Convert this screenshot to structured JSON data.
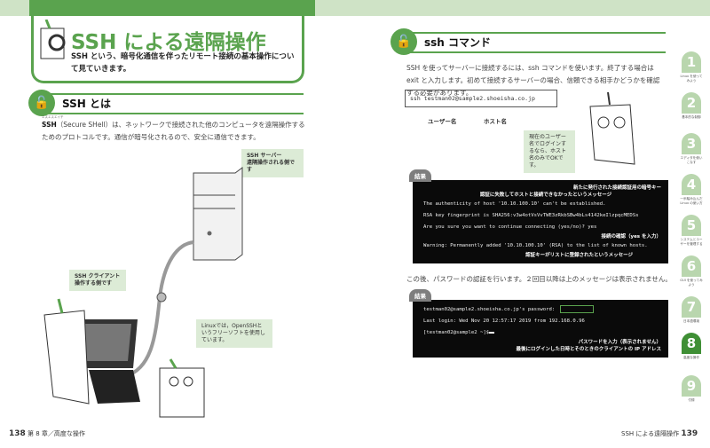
{
  "header": {
    "title": "SSH による遠隔操作",
    "lead": "SSH という、暗号化通信を伴ったリモート接続の基本操作について見ていきます。"
  },
  "left": {
    "section_title": "SSH とは",
    "ruby": "エスエスエイチ",
    "body_strong": "SSH",
    "body": "（Secure SHell）は、ネットワークで接続された他のコンピュータを遠隔操作するためのプロトコルです。通信が暗号化されるので、安全に通信できます。",
    "server_bubble": [
      "SSH サーバー",
      "遠隔操作される側です"
    ],
    "client_bubble": [
      "SSH クライアント",
      "操作する側です"
    ],
    "note_bubble": "Linuxでは，OpenSSHというフリーソフトを使用しています。",
    "page_number": "138",
    "chapter": "第 8 章／高度な操作"
  },
  "right": {
    "section_title": "ssh コマンド",
    "body": "SSH を使ってサーバーに接続するには、ssh コマンドを使います。終了する場合は exit と入力します。初めて接続するサーバーの場合、信頼できる相手かどうかを確認する必要があります。",
    "command": "ssh testman02@sample2.shoeisha.co.jp",
    "label_user": "ユーザー名",
    "label_host": "ホスト名",
    "bubble": "現在のユーザー名でログインするなら、ホスト名のみでOKです。",
    "result_tag": "結果",
    "result1": {
      "lines": [
        "The authenticity of host '10.10.100.10' can't be established.",
        "RSA key fingerprint is SHA256:v3w4otVsVvTWE3zRkbSBw4bLs4142keIlzpqcMEDSs",
        "Are you sure you want to continue connecting (yes/no)? yes",
        "Warning: Permanently added '10.10.100.10' (RSA) to the list of known hosts."
      ],
      "ann_key": "新たに発行された接続認証用の暗号キー",
      "ann_fail": "認証に失敗してホストと接続できなかったというメッセージ",
      "ann_confirm": "接続の確認（yes を入力）",
      "ann_added": "認証キーがリストに登録されたというメッセージ"
    },
    "middle": "この後、パスワードの認証を行います。２回目以降は上のメッセージは表示されません。",
    "result2": {
      "lines": [
        "testman02@sample2.shoeisha.co.jp's password:",
        "Last login: Wed Nov 20 12:57:17 2019 from 192.168.0.96",
        "[testman02@sample2 ~]$"
      ],
      "ann_pw": "パスワードを入力（表示されません）",
      "ann_last": "最後にログインした日時とそのときのクライアントの IP アドレス"
    },
    "page_number": "139",
    "footer_title": "SSH による遠隔操作"
  },
  "chapter_tabs": [
    {
      "n": "1",
      "label": "Linux を使ってみよう"
    },
    {
      "n": "2",
      "label": "基本的な制御"
    },
    {
      "n": "3",
      "label": "エディタを使いこなす"
    },
    {
      "n": "4",
      "label": "一歩踏み込んだ Linux の使い方"
    },
    {
      "n": "5",
      "label": "システムとユーザーを管理する"
    },
    {
      "n": "6",
      "label": "GUI を使ってみよう"
    },
    {
      "n": "7",
      "label": "日本語環境"
    },
    {
      "n": "8",
      "label": "高度な操作",
      "active": true
    },
    {
      "n": "9",
      "label": "付録"
    }
  ],
  "colors": {
    "accent": "#5aa34e",
    "light": "#cfe3c6",
    "terminal": "#0a0a0a"
  }
}
